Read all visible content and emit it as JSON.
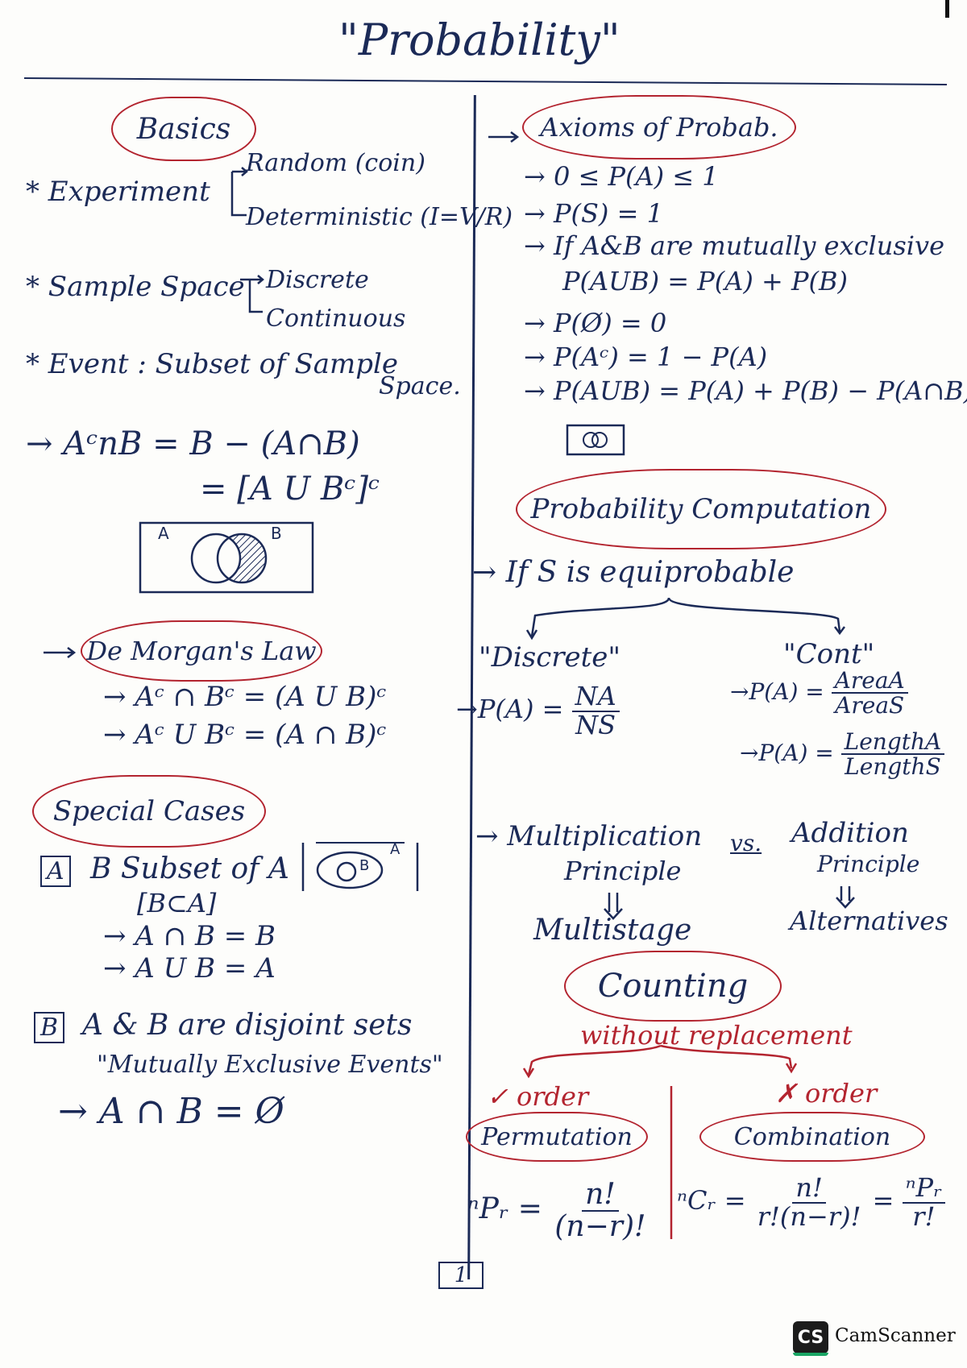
{
  "title": "\"Probability\"",
  "left": {
    "basics": "Basics",
    "experiment": {
      "label": "* Experiment",
      "random": "Random (coin)",
      "deterministic": "Deterministic (I=V/R)"
    },
    "sample_space": {
      "label": "* Sample Space",
      "discrete": "Discrete",
      "continuous": "Continuous"
    },
    "event": {
      "label": "* Event : Subset of Sample",
      "label_2": "Space."
    },
    "identity": {
      "line1": "→ AᶜnB = B − (A∩B)",
      "line2": "= [A U Bᶜ]ᶜ"
    },
    "venn": {
      "a": "A",
      "b": "B"
    },
    "de_morgan": {
      "heading": "De Morgan's Law",
      "law1": "→ Aᶜ ∩ Bᶜ = (A U B)ᶜ",
      "law2": "→ Aᶜ U Bᶜ = (A ∩ B)ᶜ"
    },
    "special": {
      "heading": "Special Cases",
      "a_tag": "A",
      "a_text": "B Subset of A",
      "a_set": "[B⊂A]",
      "a_r1": "→ A ∩ B = B",
      "a_r2": "→ A U B = A",
      "mini_a": "A",
      "mini_b": "B",
      "b_tag": "B",
      "b_text": "A & B are disjoint sets",
      "b_quote": "\"Mutually Exclusive Events\"",
      "b_r1": "→ A ∩ B = Ø"
    }
  },
  "right": {
    "axioms": {
      "heading": "Axioms of Probab.",
      "a1": "→   0 ≤ P(A) ≤ 1",
      "a2": "→ P(S) = 1",
      "a3": "→ If A&B are mutually exclusive",
      "a3b": "P(AUB) = P(A) + P(B)",
      "a4": "→ P(Ø) = 0",
      "a5": "→ P(Aᶜ) = 1 − P(A)",
      "a6": "→ P(AUB) = P(A) + P(B) − P(A∩B)"
    },
    "computation": {
      "heading": "Probability Computation",
      "if_line": "→ If  S is equiprobable",
      "discrete": "\"Discrete\"",
      "cont": "\"Cont\"",
      "p_a": "→P(A) =",
      "na": "NA",
      "ns": "NS",
      "area_pa": "→P(A) =",
      "area_num": "AreaA",
      "area_den": "AreaS",
      "len_pa": "→P(A) =",
      "len_num": "LengthA",
      "len_den": "LengthS"
    },
    "principles": {
      "mult": "→ Multiplication",
      "mult_2": "Principle",
      "vs": "vs.",
      "add": "Addition",
      "add_2": "Principle",
      "multistage": "Multistage",
      "alternatives": "Alternatives"
    },
    "counting": {
      "heading": "Counting",
      "sub": "without replacement",
      "order": "✓ order",
      "no_order": "✗ order",
      "permutation": "Permutation",
      "combination": "Combination",
      "perm_lhs": "ⁿPᵣ =",
      "perm_num": "n!",
      "perm_den": "(n−r)!",
      "comb_lhs": "ⁿCᵣ =",
      "comb_num": "n!",
      "comb_den": "r!(n−r)!",
      "comb_eq": "=",
      "comb_num2": "ⁿPᵣ",
      "comb_den2": "r!"
    }
  },
  "page_number": "1",
  "footer": {
    "badge": "CS",
    "brand": "CamScanner"
  },
  "colors": {
    "ink": "#1b2a57",
    "accent": "#b3242f"
  }
}
